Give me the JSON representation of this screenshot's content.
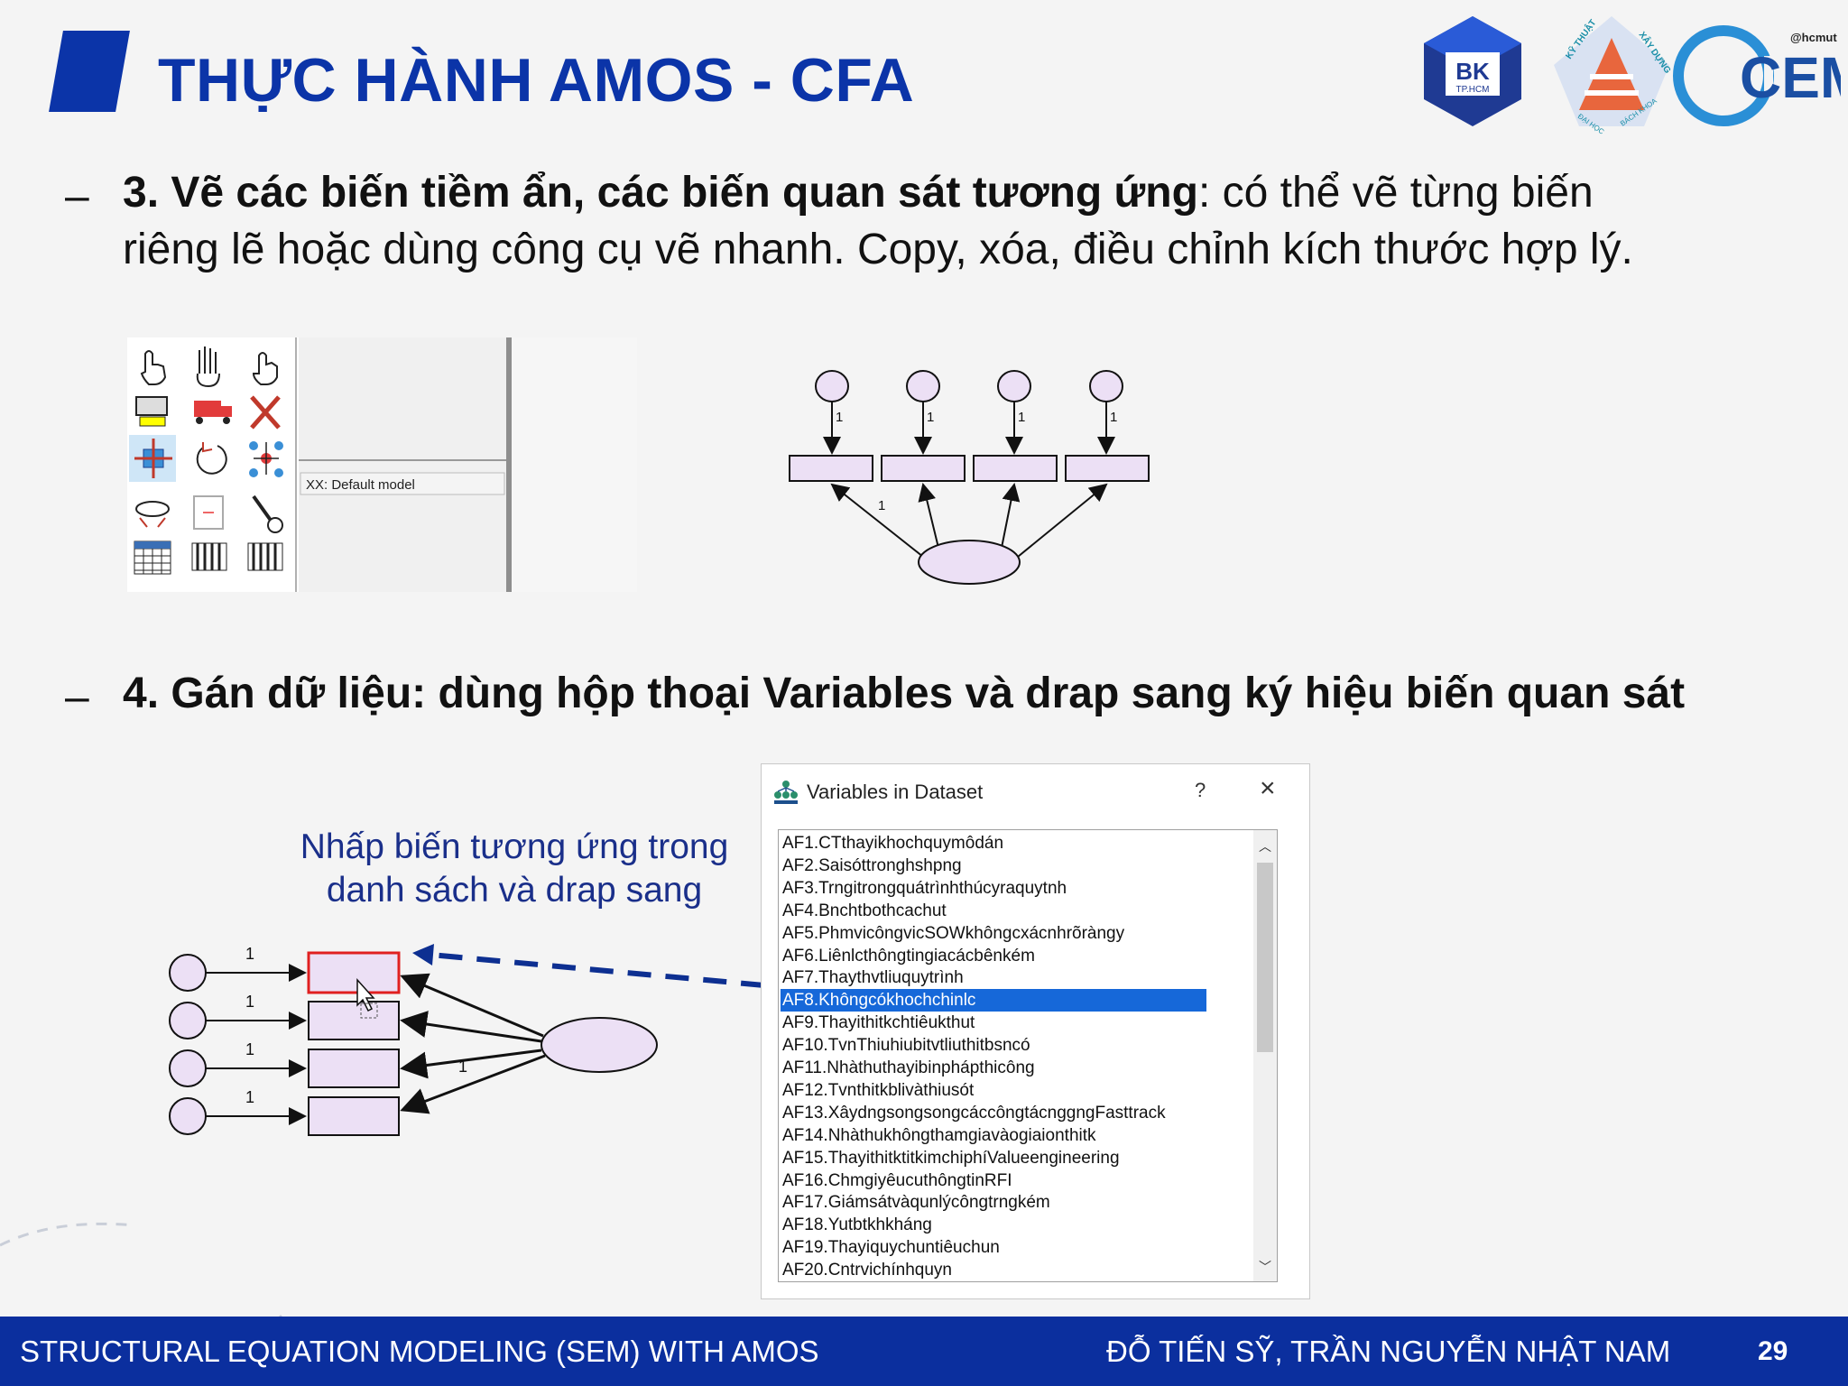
{
  "title": "THỰC HÀNH AMOS - CFA",
  "logos": {
    "bk_main": "BK",
    "bk_sub": "TP.HCM",
    "cem": "CEM",
    "cem_tag": "@hcmut",
    "ktxd_1": "KỸ THUẬT",
    "ktxd_2": "XÂY DỰNG",
    "ktxd_3": "ĐẠI HỌC",
    "ktxd_4": "BÁCH KHOA"
  },
  "bullet_marker": "–",
  "step3": {
    "bold": "3. Vẽ các biến tiềm ẩn, các biến quan sát tương ứng",
    "rest_line1": ": có thể vẽ từng biến",
    "line2": "riêng lẽ hoặc dùng công cụ vẽ nhanh. Copy, xóa, điều chỉnh kích thước hợp lý."
  },
  "amos_panel": {
    "model_label": "XX: Default model"
  },
  "diagram_label": "1",
  "step4": {
    "bold": "4. Gán dữ liệu: dùng hộp thoại Variables và drap sang ký hiệu biến quan sát"
  },
  "note": {
    "line1": "Nhấp biến tương ứng trong",
    "line2": "danh sách và drap sang"
  },
  "dialog": {
    "title": "Variables in Dataset",
    "help": "?",
    "close": "×",
    "items": [
      "AF1.CTthayikhochquymôdán",
      "AF2.Saisóttronghshpng",
      "AF3.Trngitrongquátrìnhthúcyraquytnh",
      "AF4.Bnchtbothcachut",
      "AF5.PhmvicôngvicSOWkhôngcxácnhrõràngy",
      "AF6.Liênlcthôngtingiacácbênkém",
      "AF7.Thaythvtliuquytrình",
      "AF8.Khôngcókhochchinlc",
      "AF9.Thayithitkchtiêukthut",
      "AF10.TvnThiuhiubitvtliuthitbsncó",
      "AF11.Nhàthuthayibinphápthicông",
      "AF12.Tvnthitkblivàthiusót",
      "AF13.XâydngsongsongcáccôngtácnggngFasttrack",
      "AF14.Nhàthukhôngthamgiavàogiaionthitk",
      "AF15.ThayithitktitkimchiphíValueengineering",
      "AF16.ChmgiyêucuthôngtinRFI",
      "AF17.Giámsátvàqunlýcôngtrngkém",
      "AF18.Yutbtkhkháng",
      "AF19.Thayiquychuntiêuchun",
      "AF20.Cntrvichínhquyn"
    ],
    "selected_index": 7
  },
  "footer": {
    "left": "STRUCTURAL EQUATION MODELING (SEM) WITH AMOS",
    "right": "ĐỖ TIẾN SỸ, TRẦN NGUYỄN NHẬT NAM",
    "page": "29"
  },
  "colors": {
    "brand_blue": "#0b34a8",
    "footer_blue": "#0b2f9e",
    "selection": "#1668d9",
    "node_fill": "#ece0f5"
  }
}
